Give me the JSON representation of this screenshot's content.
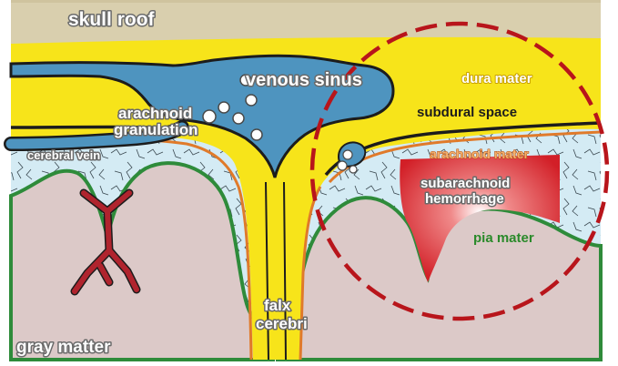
{
  "diagram": {
    "labels": {
      "skull_roof": "skull roof",
      "venous_sinus": "venous sinus",
      "dura_mater": "dura mater",
      "arachnoid_granulation_line1": "arachnoid",
      "arachnoid_granulation_line2": "granulation",
      "subdural_space": "subdural space",
      "cerebral_vein": "cerebral vein",
      "arachnoid_mater": "arachnoid mater",
      "subarachnoid_hemorrhage_line1": "subarachnoid",
      "subarachnoid_hemorrhage_line2": "hemorrhage",
      "pia_mater": "pia mater",
      "falx_cerebri_line1": "falx",
      "falx_cerebri_line2": "cerebri",
      "gray_matter": "gray matter"
    },
    "colors": {
      "skull": "#d9cfae",
      "dura": "#f7e41a",
      "venous": "#4e94bf",
      "arachnoid": "#cfe8f2",
      "gray_matter": "#dcc9c8",
      "pia": "#2e8b3a",
      "artery": "#b0242e",
      "hemorrhage": "#d8222a",
      "highlight_circle": "#b8151b"
    }
  }
}
